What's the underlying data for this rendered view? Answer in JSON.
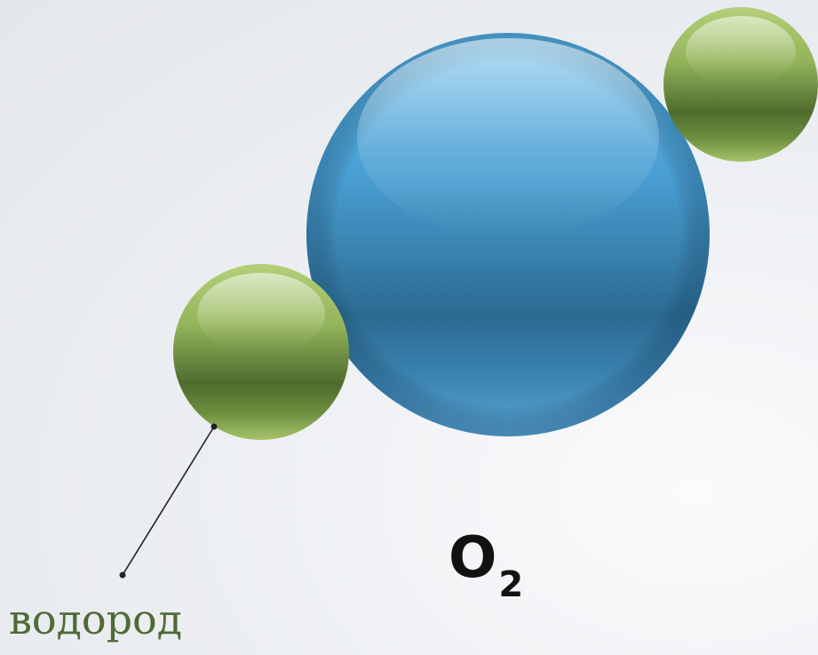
{
  "formula": {
    "element": "O",
    "subscript": "2"
  },
  "atom_label": "водород",
  "colors": {
    "oxygen_atom": "#4a9fd0",
    "hydrogen_atom": "#8fae50",
    "bond": "#c8c8c8",
    "label_text": "#4f6a35",
    "formula_text": "#111111",
    "pointer_line": "#222222"
  }
}
